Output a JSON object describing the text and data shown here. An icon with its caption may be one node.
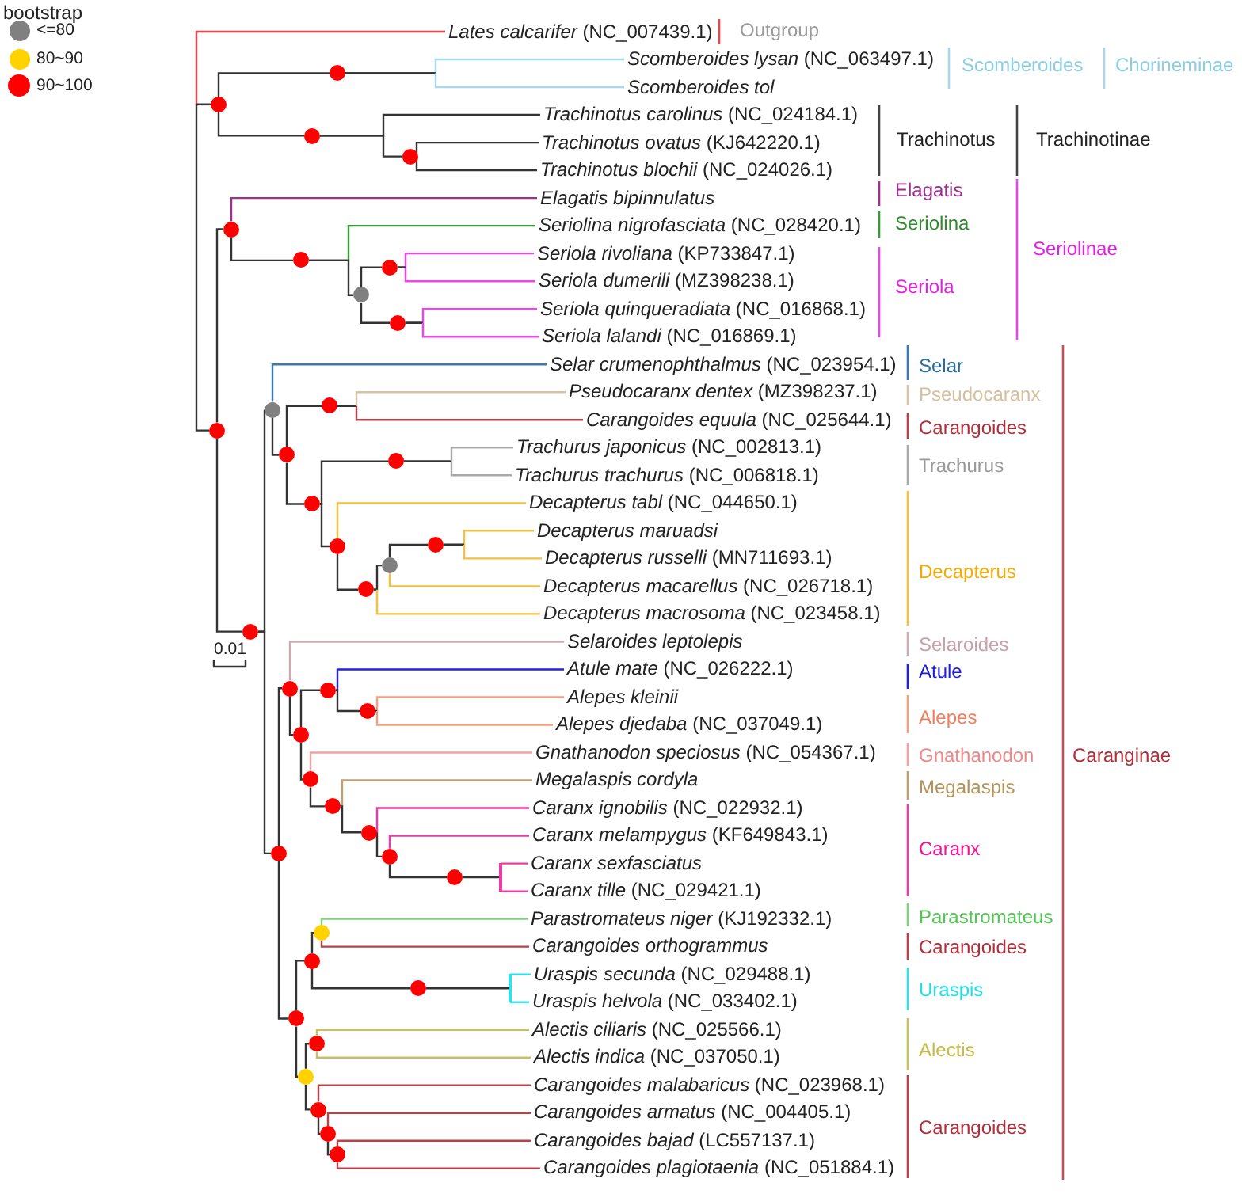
{
  "diagram": {
    "nodes": [
      {
        "text": [
          "*Lates calcarifer* (NC_007439.1)"
        ]
      },
      {
        "text": [
          "*Scomberoides lysan* (NC_063497.1)"
        ]
      },
      {
        "text": [
          "Scomberoides tol"
        ]
      },
      {
        "text": [
          "*Trachinotus carolinus* (NC_024184.1)"
        ]
      },
      {
        "text": [
          "*Trachinotus ovatus* (KJ642220.1)"
        ]
      },
      {
        "text": [
          "*Trachinotus blochii* (NC_024026.1)"
        ]
      },
      {
        "text": [
          "Elagatis bipinnulatus"
        ]
      },
      {
        "text": [
          "*Seriolina nigrofasciata* (NC_028420.1)"
        ]
      },
      {
        "text": [
          "*Seriola rivoliana* (KP733847.1)"
        ]
      },
      {
        "text": [
          "*Seriola dumerili* (MZ398238.1)"
        ]
      },
      {
        "text": [
          "*Seriola quinqueradiata* (NC_016868.1)"
        ]
      },
      {
        "text": [
          "*Seriola lalandi* (NC_016869.1)"
        ]
      },
      {
        "text": [
          "*Selar crumenophthalmus* (NC_023954.1)"
        ]
      },
      {
        "text": [
          "*Pseudocaranx dentex* (MZ398237.1)"
        ]
      },
      {
        "text": [
          "*Carangoides equula* (NC_025644.1)"
        ]
      },
      {
        "text": [
          "*Trachurus japonicus* (NC_002813.1)"
        ]
      },
      {
        "text": [
          "*Trachurus trachurus* (NC_006818.1)"
        ]
      },
      {
        "text": [
          "*Decapterus tabl* (NC_044650.1)"
        ]
      },
      {
        "text": [
          "Decapterus maruadsi"
        ]
      },
      {
        "text": [
          "*Decapterus russelli* (MN711693.1)"
        ]
      },
      {
        "text": [
          "*Decapterus macarellus* (NC_026718.1)"
        ]
      },
      {
        "text": [
          "*Decapterus macrosoma* (NC_023458.1)"
        ]
      },
      {
        "text": [
          "Selaroides leptolepis"
        ]
      },
      {
        "text": [
          "*Atule mate* (NC_026222.1)"
        ]
      },
      {
        "text": [
          "Alepes kleinii"
        ]
      },
      {
        "text": [
          "*Alepes djedaba* (NC_037049.1)"
        ]
      },
      {
        "text": [
          "*Gnathanodon speciosus* (NC_054367.1)"
        ]
      },
      {
        "text": [
          "Megalaspis cordyla"
        ]
      },
      {
        "text": [
          "*Caranx ignobilis* (NC_022932.1)"
        ]
      },
      {
        "text": [
          "*Caranx melampygus* (KF649843.1)"
        ]
      },
      {
        "text": [
          "Caranx sexfasciatus"
        ]
      },
      {
        "text": [
          "*Caranx tille* (NC_029421.1)"
        ]
      },
      {
        "text": [
          "*Parastromateus niger* (KJ192332.1)"
        ]
      },
      {
        "text": [
          "Carangoides orthogrammus"
        ]
      },
      {
        "text": [
          "*Uraspis secunda* (NC_029488.1)"
        ]
      },
      {
        "text": [
          "*Uraspis helvola* (NC_033402.1)"
        ]
      },
      {
        "text": [
          "*Alectis ciliaris* (NC_025566.1)"
        ]
      },
      {
        "text": [
          "*Alectis indica* (NC_037050.1)"
        ]
      },
      {
        "text": [
          "*Carangoides malabaricus* (NC_023968.1)"
        ]
      },
      {
        "text": [
          "*Carangoides armatus* (NC_004405.1)"
        ]
      },
      {
        "text": [
          "*Carangoides bajad* (LC557137.1)"
        ]
      },
      {
        "text": [
          "*Carangoides plagiotaenia* (NC_051884.1)"
        ]
      },
      {
        "text": [],
        "shape": "circle"
      },
      {
        "text": [],
        "shape": "circle"
      },
      {
        "text": [],
        "shape": "circle"
      },
      {
        "text": [],
        "shape": "circle"
      },
      {
        "text": [],
        "shape": "circle"
      },
      {
        "text": [],
        "shape": "circle"
      },
      {
        "text": [],
        "shape": "circle"
      },
      {
        "text": [],
        "shape": "circle"
      },
      {
        "text": [],
        "shape": "circle"
      },
      {
        "text": [],
        "shape": "circle"
      },
      {
        "text": [],
        "shape": "circle"
      },
      {
        "text": [],
        "shape": "circle"
      },
      {
        "text": [],
        "shape": "circle"
      },
      {
        "text": [],
        "shape": "circle"
      },
      {
        "text": [],
        "shape": "circle"
      },
      {
        "text": [],
        "shape": "circle"
      },
      {
        "text": [],
        "shape": "circle"
      },
      {
        "text": [],
        "shape": "circle"
      },
      {
        "text": [],
        "shape": "circle"
      },
      {
        "text": [],
        "shape": "circle"
      },
      {
        "text": [],
        "shape": "circle"
      },
      {
        "text": [],
        "shape": "circle"
      },
      {
        "text": [],
        "shape": "circle"
      },
      {
        "text": [],
        "shape": "circle"
      },
      {
        "text": [],
        "shape": "circle"
      },
      {
        "text": [],
        "shape": "circle"
      },
      {
        "text": [],
        "shape": "circle"
      },
      {
        "text": [],
        "shape": "circle"
      },
      {
        "text": [],
        "shape": "circle"
      },
      {
        "text": [],
        "shape": "circle"
      },
      {
        "text": [],
        "shape": "circle"
      },
      {
        "text": [],
        "shape": "circle"
      },
      {
        "text": [],
        "shape": "circle"
      },
      {
        "text": [],
        "shape": "circle"
      },
      {
        "text": [],
        "shape": "circle"
      },
      {
        "text": [],
        "shape": "circle"
      },
      {
        "text": [],
        "shape": "circle"
      },
      {
        "text": [],
        "shape": "circle"
      },
      {
        "text": [],
        "shape": "circle"
      },
      {
        "text": [],
        "shape": "bar"
      },
      {
        "text": [],
        "shape": "bar"
      }
    ],
    "edges": [
      {
        "from": 0,
        "to": 43,
        "arrow": "none",
        "color": "#e8474c"
      },
      {
        "from": 43,
        "to": 53,
        "arrow": "none"
      },
      {
        "from": 43,
        "to": 42,
        "arrow": "none"
      },
      {
        "from": 43,
        "to": 44,
        "arrow": "none"
      },
      {
        "from": 42,
        "to": 1,
        "arrow": "none",
        "color": "#a8d8ea"
      },
      {
        "from": 42,
        "to": 2,
        "arrow": "none",
        "color": "#a8d8ea"
      },
      {
        "from": 44,
        "to": 3,
        "arrow": "none"
      },
      {
        "from": 44,
        "to": 45,
        "arrow": "none"
      },
      {
        "from": 45,
        "to": 4,
        "arrow": "none"
      },
      {
        "from": 45,
        "to": 5,
        "arrow": "none"
      },
      {
        "from": 53,
        "to": 46,
        "arrow": "none"
      },
      {
        "from": 53,
        "to": 61,
        "arrow": "none"
      },
      {
        "from": 46,
        "to": 6,
        "arrow": "none",
        "color": "#a0308f"
      },
      {
        "from": 46,
        "to": 47,
        "arrow": "none"
      },
      {
        "from": 47,
        "to": 7,
        "arrow": "none",
        "color": "#3a9a3a"
      },
      {
        "from": 47,
        "to": 49,
        "arrow": "none"
      },
      {
        "from": 49,
        "to": 48,
        "arrow": "none"
      },
      {
        "from": 49,
        "to": 50,
        "arrow": "none"
      },
      {
        "from": 48,
        "to": 8,
        "arrow": "none",
        "color": "#ee44ee"
      },
      {
        "from": 48,
        "to": 9,
        "arrow": "none",
        "color": "#ee44ee"
      },
      {
        "from": 50,
        "to": 10,
        "arrow": "none",
        "color": "#ee44ee"
      },
      {
        "from": 50,
        "to": 11,
        "arrow": "none",
        "color": "#ee44ee"
      },
      {
        "from": 61,
        "to": 52,
        "arrow": "none"
      },
      {
        "from": 61,
        "to": 69,
        "arrow": "none"
      },
      {
        "from": 52,
        "to": 12,
        "arrow": "none",
        "color": "#3a7ab0"
      },
      {
        "from": 52,
        "to": 54,
        "arrow": "none"
      },
      {
        "from": 54,
        "to": 51,
        "arrow": "none"
      },
      {
        "from": 54,
        "to": 56,
        "arrow": "none"
      },
      {
        "from": 51,
        "to": 13,
        "arrow": "none",
        "color": "#d9c3a5"
      },
      {
        "from": 51,
        "to": 14,
        "arrow": "none",
        "color": "#b8424a"
      },
      {
        "from": 56,
        "to": 55,
        "arrow": "none"
      },
      {
        "from": 56,
        "to": 58,
        "arrow": "none"
      },
      {
        "from": 55,
        "to": 15,
        "arrow": "none",
        "color": "#aaaaaa"
      },
      {
        "from": 55,
        "to": 16,
        "arrow": "none",
        "color": "#aaaaaa"
      },
      {
        "from": 58,
        "to": 17,
        "arrow": "none",
        "color": "#f5c040"
      },
      {
        "from": 58,
        "to": 60,
        "arrow": "none"
      },
      {
        "from": 60,
        "to": 59,
        "arrow": "none"
      },
      {
        "from": 60,
        "to": 21,
        "arrow": "none",
        "color": "#f5c040"
      },
      {
        "from": 59,
        "to": 57,
        "arrow": "none"
      },
      {
        "from": 59,
        "to": 20,
        "arrow": "none",
        "color": "#f5c040"
      },
      {
        "from": 57,
        "to": 18,
        "arrow": "none",
        "color": "#f5c040"
      },
      {
        "from": 57,
        "to": 19,
        "arrow": "none",
        "color": "#f5c040"
      },
      {
        "from": 69,
        "to": 62,
        "arrow": "none"
      },
      {
        "from": 69,
        "to": 75,
        "arrow": "none"
      },
      {
        "from": 62,
        "to": 22,
        "arrow": "none",
        "color": "#d0aab2"
      },
      {
        "from": 62,
        "to": 65,
        "arrow": "none"
      },
      {
        "from": 65,
        "to": 63,
        "arrow": "none"
      },
      {
        "from": 65,
        "to": 66,
        "arrow": "none"
      },
      {
        "from": 63,
        "to": 23,
        "arrow": "none",
        "color": "#2222dd"
      },
      {
        "from": 63,
        "to": 64,
        "arrow": "none"
      },
      {
        "from": 64,
        "to": 24,
        "arrow": "none",
        "color": "#f4a080"
      },
      {
        "from": 64,
        "to": 25,
        "arrow": "none",
        "color": "#f4a080"
      },
      {
        "from": 66,
        "to": 26,
        "arrow": "none",
        "color": "#f4a0a0"
      },
      {
        "from": 66,
        "to": 67,
        "arrow": "none"
      },
      {
        "from": 67,
        "to": 27,
        "arrow": "none",
        "color": "#c0a070"
      },
      {
        "from": 67,
        "to": 68,
        "arrow": "none"
      },
      {
        "from": 68,
        "to": 28,
        "arrow": "none",
        "color": "#ef3aa6"
      },
      {
        "from": 68,
        "to": 70,
        "arrow": "none"
      },
      {
        "from": 70,
        "to": 29,
        "arrow": "none",
        "color": "#ef3aa6"
      },
      {
        "from": 70,
        "to": 71,
        "arrow": "none"
      },
      {
        "from": 71,
        "to": 81,
        "arrow": "none"
      },
      {
        "from": 81,
        "to": 30,
        "arrow": "none",
        "color": "#ef3aa6"
      },
      {
        "from": 81,
        "to": 31,
        "arrow": "none",
        "color": "#ef3aa6"
      },
      {
        "from": 75,
        "to": 73,
        "arrow": "none"
      },
      {
        "from": 75,
        "to": 77,
        "arrow": "none"
      },
      {
        "from": 73,
        "to": 72,
        "arrow": "none"
      },
      {
        "from": 73,
        "to": 74,
        "arrow": "none"
      },
      {
        "from": 72,
        "to": 32,
        "arrow": "none",
        "color": "#80d080"
      },
      {
        "from": 72,
        "to": 33,
        "arrow": "none",
        "color": "#b8424a"
      },
      {
        "from": 74,
        "to": 82,
        "arrow": "none"
      },
      {
        "from": 82,
        "to": 34,
        "arrow": "none",
        "color": "#30e0ea"
      },
      {
        "from": 82,
        "to": 35,
        "arrow": "none",
        "color": "#30e0ea"
      },
      {
        "from": 77,
        "to": 76,
        "arrow": "none"
      },
      {
        "from": 77,
        "to": 78,
        "arrow": "none"
      },
      {
        "from": 76,
        "to": 36,
        "arrow": "none",
        "color": "#c8c060"
      },
      {
        "from": 76,
        "to": 37,
        "arrow": "none",
        "color": "#c8c060"
      },
      {
        "from": 78,
        "to": 38,
        "arrow": "none",
        "color": "#b8424a"
      },
      {
        "from": 78,
        "to": 79,
        "arrow": "none"
      },
      {
        "from": 79,
        "to": 39,
        "arrow": "none",
        "color": "#b8424a"
      },
      {
        "from": 79,
        "to": 80,
        "arrow": "none"
      },
      {
        "from": 80,
        "to": 40,
        "arrow": "none",
        "color": "#b8424a"
      },
      {
        "from": 80,
        "to": 41,
        "arrow": "none",
        "color": "#b8424a"
      }
    ],
    "labels": [
      "bootstrap",
      "Outgroup",
      "Scomberoides",
      "Chorineminae",
      "Trachinotus",
      "Trachinotinae",
      "Elagatis",
      "Seriolina",
      "Seriolinae",
      "Seriola",
      "Selar",
      "Pseudocaranx",
      "Carangoides",
      "Trachurus",
      "Decapterus",
      "Selaroides",
      "Atule",
      "Alepes",
      "Gnathanodon",
      "Caranginae",
      "Megalaspis",
      "Caranx",
      "Parastromateus",
      "Carangoides",
      "Uraspis",
      "Alectis",
      "Carangoides",
      "0.01"
    ],
    "legend": [
      {
        "text": "<=80",
        "color": "#808080"
      },
      {
        "text": "80~90",
        "color": "#ffd200"
      },
      {
        "text": "90~100",
        "color": "#ff0000"
      }
    ]
  }
}
